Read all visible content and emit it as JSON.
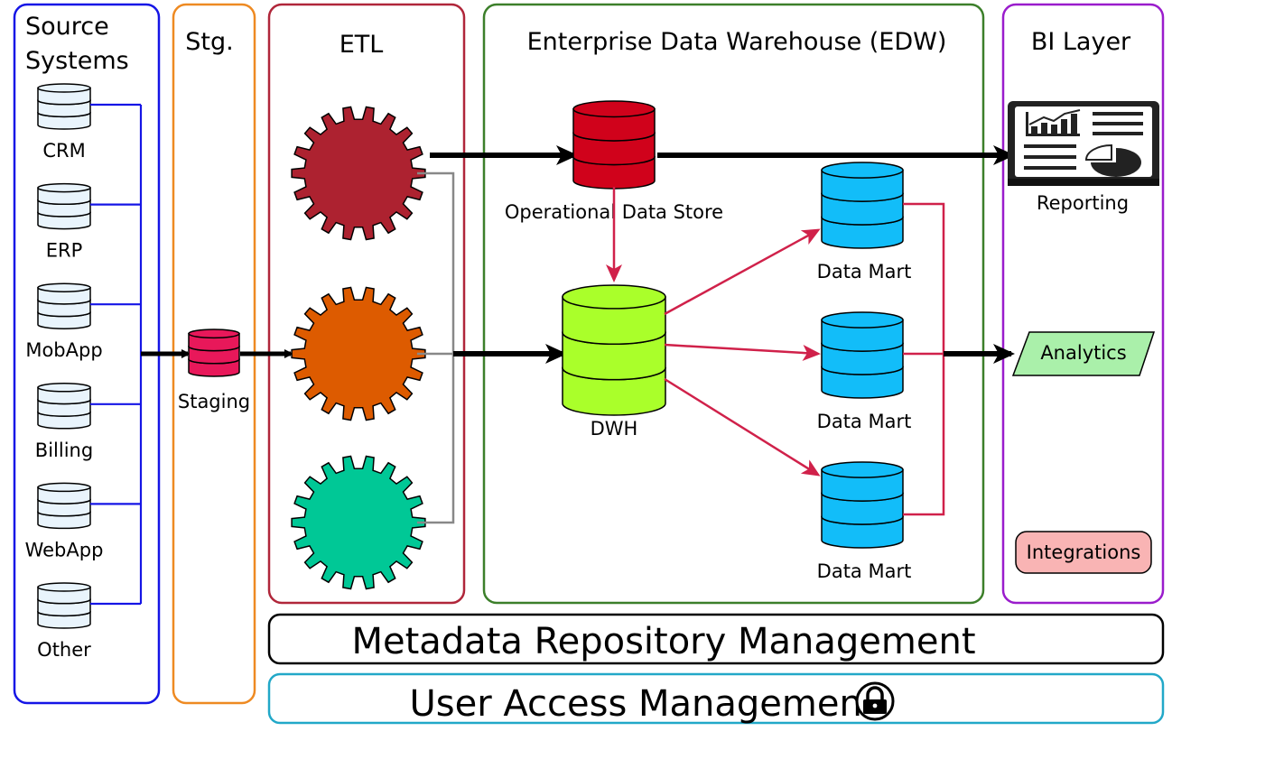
{
  "panels": {
    "source": {
      "title_line1": "Source",
      "title_line2": "Systems",
      "color": "#1515e6"
    },
    "staging": {
      "title": "Stg.",
      "color": "#ee8a22"
    },
    "etl": {
      "title": "ETL",
      "color": "#b0263a"
    },
    "edw": {
      "title": "Enterprise Data Warehouse (EDW)",
      "color": "#3c7f2a"
    },
    "bi": {
      "title": "BI Layer",
      "color": "#9a1ccc"
    }
  },
  "sources": [
    {
      "label": "CRM"
    },
    {
      "label": "ERP"
    },
    {
      "label": "MobApp"
    },
    {
      "label": "Billing"
    },
    {
      "label": "WebApp"
    },
    {
      "label": "Other"
    }
  ],
  "staging_node": {
    "label": "Staging",
    "color": "#e8185a"
  },
  "etl_gears": [
    {
      "color": "#ad2230",
      "icon": "gear-icon"
    },
    {
      "color": "#dd5b00",
      "icon": "gear-icon"
    },
    {
      "color": "#00c896",
      "icon": "gear-icon"
    }
  ],
  "ods": {
    "label": "Operational Data Store",
    "color": "#d0021b"
  },
  "dwh": {
    "label": "DWH",
    "color": "#aaff2a"
  },
  "marts": [
    {
      "label": "Data Mart"
    },
    {
      "label": "Data Mart"
    },
    {
      "label": "Data Mart"
    }
  ],
  "mart_color": "#12bdf9",
  "bi_outputs": {
    "reporting": {
      "label": "Reporting",
      "icon": "dashboard-icon"
    },
    "analytics": {
      "label": "Analytics",
      "color": "#aaf0aa"
    },
    "integrations": {
      "label": "Integrations",
      "color": "#f9b4b4"
    }
  },
  "footer": {
    "metadata": "Metadata Repository Management",
    "access": "User Access Management",
    "access_icon": "lock-icon",
    "access_color": "#22a8c8"
  },
  "flow_color": "#d0214a"
}
